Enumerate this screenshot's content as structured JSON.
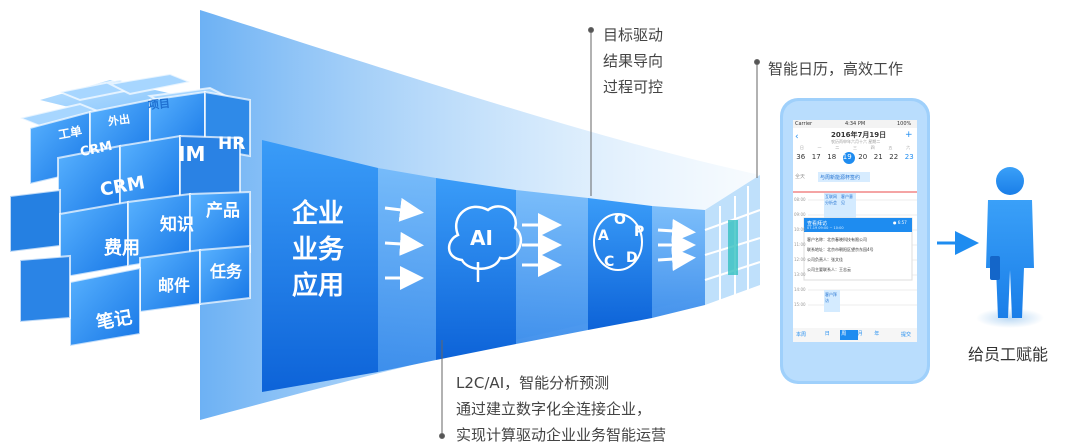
{
  "cube": {
    "tags": [
      "工单",
      "外出",
      "项目",
      "CRM",
      "IM",
      "HR",
      "CRM",
      "知识",
      "产品",
      "费用",
      "邮件",
      "任务",
      "笔记"
    ]
  },
  "panels": {
    "business_label": [
      "企业",
      "业务",
      "应用"
    ],
    "ai_label": "AI",
    "cycle_letters": [
      "A",
      "O",
      "P",
      "C",
      "D"
    ]
  },
  "captions": {
    "goal": [
      "目标驱动",
      "结果导向",
      "过程可控"
    ],
    "calendar": "智能日历，高效工作",
    "ai": [
      "L2C/AI，智能分析预测",
      "通过建立数字化全连接企业，",
      "实现计算驱动企业业务智能运营"
    ],
    "empower": "给员工赋能"
  },
  "phone": {
    "carrier": "Carrier",
    "time": "4:34 PM",
    "battery": "100%",
    "title": "2016年7月19日",
    "subtitle": "农历丙申年六月十六 星期二",
    "week_days": [
      "日",
      "一",
      "二",
      "三",
      "四",
      "五",
      "六"
    ],
    "dates": [
      "36",
      "17",
      "18",
      "19",
      "20",
      "21",
      "22",
      "23"
    ],
    "row_label": "全天",
    "all_day_event": "与周新能源杯签约",
    "hours": [
      "08:00",
      "09:00",
      "10:00",
      "11:00",
      "12:00",
      "13:00",
      "14:00",
      "15:00"
    ],
    "event_blocks": [
      "互联网分析会",
      "客户意见",
      "客户拜访"
    ],
    "popup": {
      "title": "查看拜访",
      "time": "07-19 09:00 ~ 10:00",
      "badge": "● 6:57",
      "lines": [
        "客户名称：北京春晓科技有限公司",
        "联系地址：北京市朝阳区望京东园4号",
        "公司负责人：张文佳",
        "公司主要联系人：王志云"
      ]
    },
    "late_event": "客户拜访",
    "tabs": [
      "日",
      "周",
      "月",
      "年"
    ],
    "active_tab": "周",
    "today": "本周",
    "submit": "提交"
  },
  "colors": {
    "primary": "#1e8cf0",
    "dark": "#0b5ed0",
    "light": "#bfe0fb"
  }
}
